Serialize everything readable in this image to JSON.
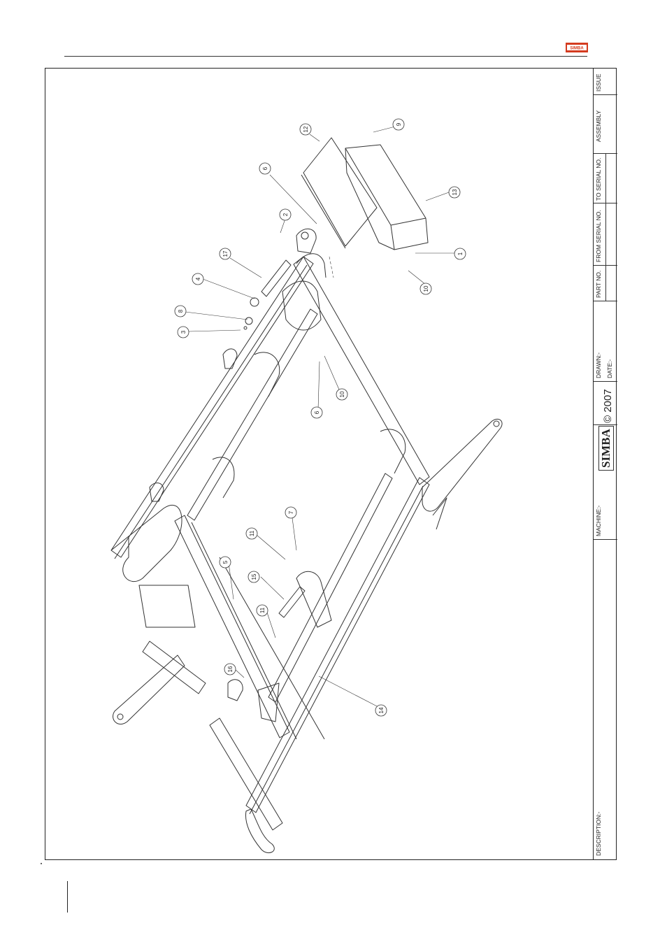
{
  "logo": {
    "text": "SIMBA",
    "color": "#d43b1f"
  },
  "title_block": {
    "issue_label": "ISSUE",
    "assembly_label": "ASSEMBLY",
    "to_serial_label": "TO SERIAL NO.",
    "from_serial_label": "FROM SERIAL NO.",
    "part_no_label": "PART NO.",
    "drawn_label": "DRAWN:-",
    "date_label": "DATE:-",
    "brand": "SIMBA",
    "copyright": "© 2007",
    "machine_label": "MACHINE:-",
    "description_label": "DESCRIPTION:-"
  },
  "callouts": [
    {
      "label": "12"
    },
    {
      "label": "9"
    },
    {
      "label": "6"
    },
    {
      "label": "13"
    },
    {
      "label": "2"
    },
    {
      "label": "1"
    },
    {
      "label": "17"
    },
    {
      "label": "10"
    },
    {
      "label": "4"
    },
    {
      "label": "8"
    },
    {
      "label": "3"
    },
    {
      "label": "6"
    },
    {
      "label": "10"
    },
    {
      "label": "7"
    },
    {
      "label": "11"
    },
    {
      "label": "5"
    },
    {
      "label": "15"
    },
    {
      "label": "11"
    },
    {
      "label": "16"
    },
    {
      "label": "14"
    }
  ]
}
